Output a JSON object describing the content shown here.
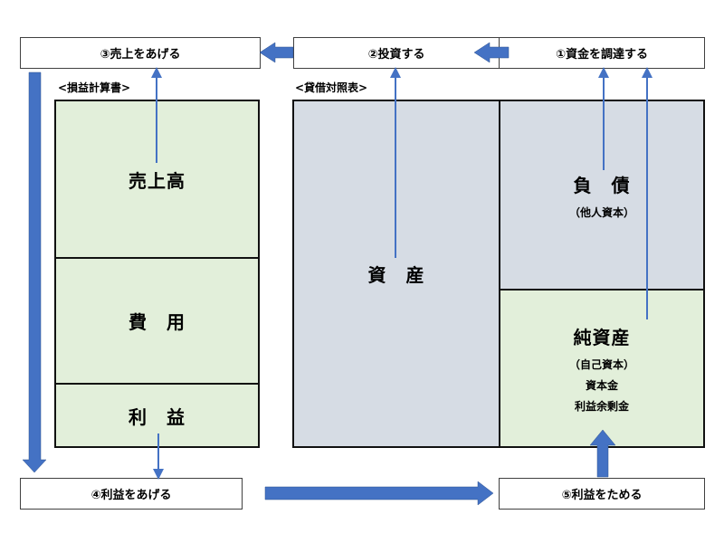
{
  "steps": {
    "step1": "①資金を調達する",
    "step2": "②投資する",
    "step3": "③売上をあげる",
    "step4": "④利益をあげる",
    "step5": "⑤利益をためる"
  },
  "income_statement": {
    "caption": "<損益計算書>",
    "sales": "売上高",
    "expenses": "費　用",
    "profit": "利　益"
  },
  "balance_sheet": {
    "caption": "<貸借対照表>",
    "assets": "資　産",
    "liabilities": "負　債",
    "liabilities_sub": "（他人資本）",
    "net_assets": "純資産",
    "net_assets_sub": "（自己資本）",
    "net_assets_items": [
      "資本金",
      "利益余剰金"
    ]
  },
  "colors": {
    "arrow": "#4472c4",
    "income_fill": "#e2efda",
    "asset_fill": "#d6dce4"
  }
}
